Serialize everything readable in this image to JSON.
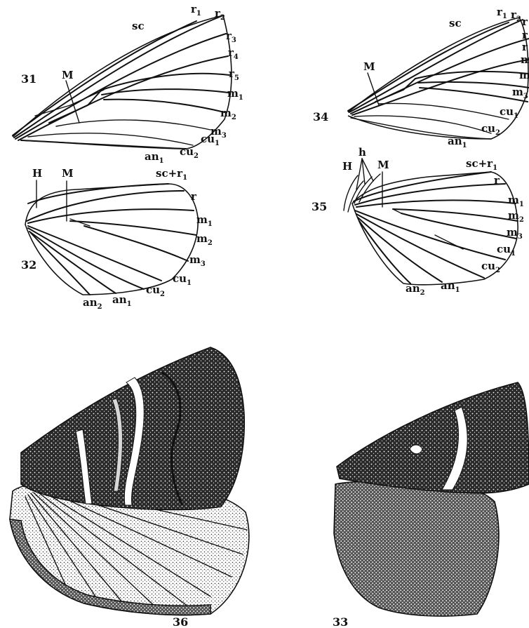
{
  "figures": {
    "fig31": {
      "number": "31",
      "labels": {
        "sc": "sc",
        "M": "M",
        "r1": "r",
        "r1_sub": "1",
        "r2": "r",
        "r2_sub": "2",
        "r3": "r",
        "r3_sub": "3",
        "r4": "r",
        "r4_sub": "4",
        "r5": "r",
        "r5_sub": "5",
        "m1": "m",
        "m1_sub": "1",
        "m2": "m",
        "m2_sub": "2",
        "m3": "m",
        "m3_sub": "3",
        "cu1": "cu",
        "cu1_sub": "1",
        "cu2": "cu",
        "cu2_sub": "2",
        "an1": "an",
        "an1_sub": "1"
      }
    },
    "fig32": {
      "number": "32",
      "labels": {
        "H": "H",
        "M": "M",
        "scr1": "sc+r",
        "scr1_sub": "1",
        "r": "r",
        "m1": "m",
        "m1_sub": "1",
        "m2": "m",
        "m2_sub": "2",
        "m3": "m",
        "m3_sub": "3",
        "cu1": "cu",
        "cu1_sub": "1",
        "cu2": "cu",
        "cu2_sub": "2",
        "an1": "an",
        "an1_sub": "1",
        "an2": "an",
        "an2_sub": "2"
      }
    },
    "fig34": {
      "number": "34",
      "labels": {
        "sc": "sc",
        "M": "M",
        "r1": "r",
        "r1_sub": "1",
        "r2": "r",
        "r2_sub": "2",
        "r3": "r",
        "r4": "r",
        "r5": "r",
        "m1": "m",
        "m2": "m",
        "m3": "m",
        "m3_sub": "3",
        "cu1": "cu",
        "cu1_sub": "1",
        "cu2": "cu",
        "cu2_sub": "2",
        "an1": "an",
        "an1_sub": "1"
      }
    },
    "fig35": {
      "number": "35",
      "labels": {
        "H": "H",
        "h": "h",
        "M": "M",
        "scr1": "sc+r",
        "scr1_sub": "1",
        "r": "r",
        "m1": "m",
        "m1_sub": "1",
        "m2": "m",
        "m2_sub": "2",
        "m3": "m",
        "m3_sub": "3",
        "cu1": "cu",
        "cu1_sub": "1",
        "cu2": "cu",
        "cu2_sub": "2",
        "an1": "an",
        "an1_sub": "1",
        "an2": "an",
        "an2_sub": "2"
      }
    },
    "fig36": {
      "number": "36"
    },
    "fig33": {
      "number": "33"
    }
  }
}
